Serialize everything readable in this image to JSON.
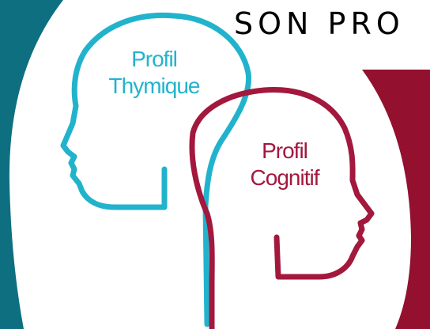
{
  "heading": "SON PRO",
  "profiles": {
    "thymique": {
      "line1": "Profil",
      "line2": "Thymique",
      "color": "#22b3cc"
    },
    "cognitif": {
      "line1": "Profil",
      "line2": "Cognitif",
      "color": "#a3183d"
    }
  },
  "colors": {
    "corner_teal": "#0e6f80",
    "corner_wine": "#94102f",
    "background": "#ffffff"
  },
  "icons": [
    "thymique-head-icon",
    "cognitif-head-icon"
  ]
}
